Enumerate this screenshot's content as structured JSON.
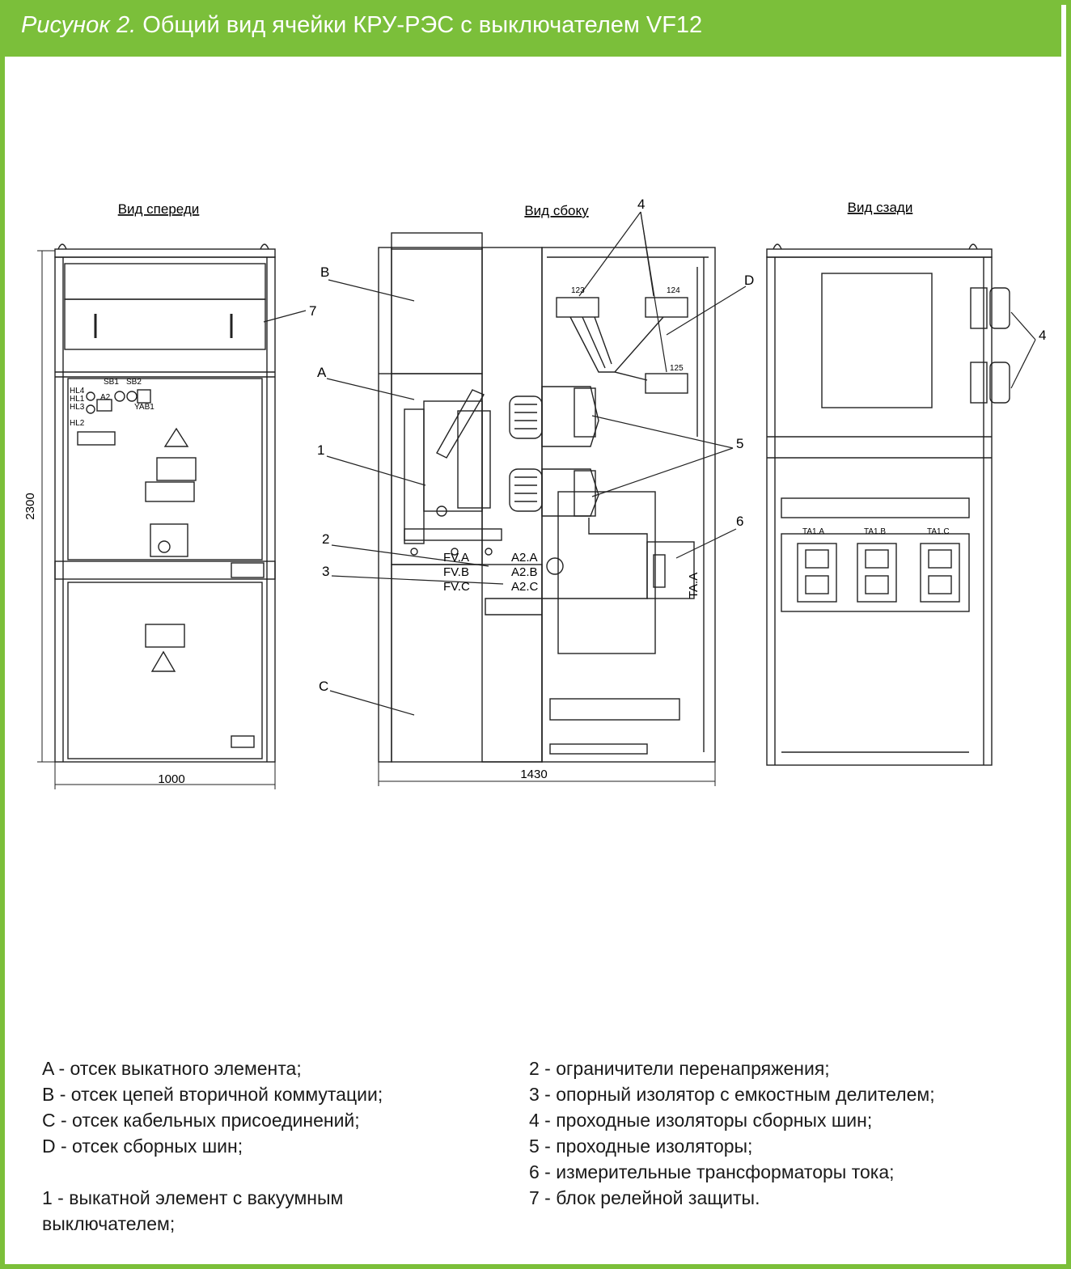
{
  "header": {
    "figure_label": "Рисунок 2.",
    "title": "Общий вид ячейки КРУ-РЭС с выключателем VF12"
  },
  "views": {
    "front": "Вид спереди",
    "side": "Вид сбоку",
    "rear": "Вид сзади"
  },
  "dimensions": {
    "height": "2300",
    "front_width": "1000",
    "side_depth": "1430"
  },
  "callouts": {
    "B": "B",
    "A": "A",
    "C": "C",
    "D": "D",
    "n1": "1",
    "n2": "2",
    "n3": "3",
    "n4": "4",
    "n5": "5",
    "n6": "6",
    "n7": "7",
    "n4_rear": "4"
  },
  "front_panel_labels": {
    "sb1": "SB1",
    "sb2": "SB2",
    "hl4": "HL4",
    "hl1": "HL1",
    "hl3": "HL3",
    "hl2": "HL2",
    "a2": "A2",
    "yab1": "YAB1"
  },
  "side_labels": {
    "t123": "123",
    "t124": "124",
    "t125": "125",
    "fva": "FV.A",
    "fvb": "FV.B",
    "fvc": "FV.C",
    "a2a": "A2.A",
    "a2b": "A2.B",
    "a2c": "A2.C",
    "taa": "TA.A"
  },
  "rear_labels": {
    "ta1a": "TA1.A",
    "ta1b": "TA1.B",
    "ta1c": "TA1.C"
  },
  "legend": {
    "left": [
      "A - отсек выкатного элемента;",
      "B - отсек цепей вторичной коммутации;",
      "C - отсек кабельных присоединений;",
      "D - отсек сборных шин;",
      "",
      "1 - выкатной элемент с вакуумным",
      "выключателем;"
    ],
    "right": [
      "2 - ограничители перенапряжения;",
      "3 - опорный изолятор с емкостным делителем;",
      "4 - проходные изоляторы сборных шин;",
      "5 - проходные изоляторы;",
      "6 - измерительные трансформаторы тока;",
      "7 - блок релейной защиты."
    ]
  },
  "colors": {
    "accent": "#7bbf3a",
    "line": "#222222"
  }
}
